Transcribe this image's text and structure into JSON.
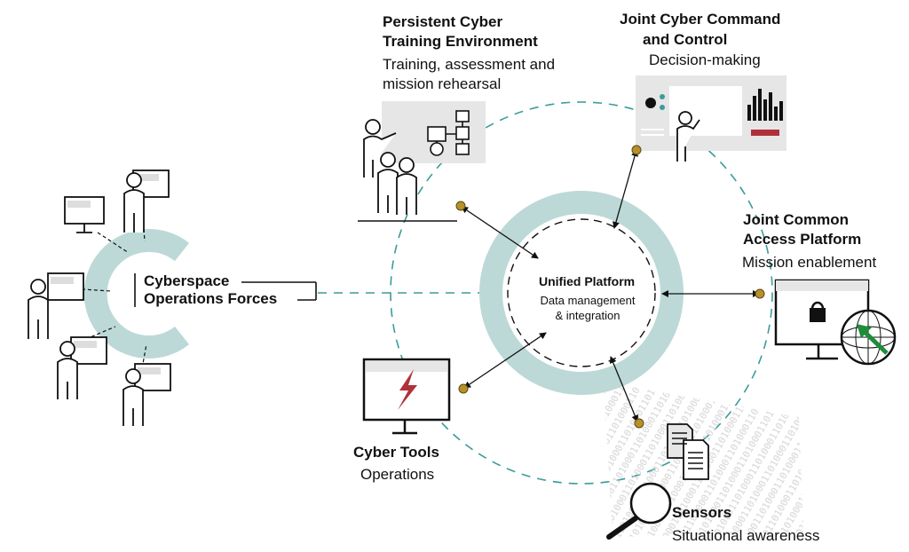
{
  "center": {
    "title": "Unified Platform",
    "subtitle_line1": "Data management",
    "subtitle_line2": "& integration"
  },
  "forces": {
    "line1": "Cyberspace",
    "line2": "Operations Forces"
  },
  "training": {
    "title_line1": "Persistent Cyber",
    "title_line2": "Training Environment",
    "desc_line1": "Training, assessment and",
    "desc_line2": "mission rehearsal"
  },
  "command": {
    "title_line1": "Joint Cyber Command",
    "title_line2": "and Control",
    "desc": "Decision-making"
  },
  "access": {
    "title_line1": "Joint Common",
    "title_line2": "Access Platform",
    "desc": "Mission enablement"
  },
  "tools": {
    "title": "Cyber Tools",
    "desc": "Operations"
  },
  "sensors": {
    "title": "Sensors",
    "desc": "Situational awareness"
  },
  "colors": {
    "teal": "#bcd9d7",
    "teal_dash": "#3a9c9a",
    "gold": "#b8902a",
    "red": "#b0303a",
    "green": "#1e8c3a",
    "gray_panel": "#e6e6e6"
  }
}
